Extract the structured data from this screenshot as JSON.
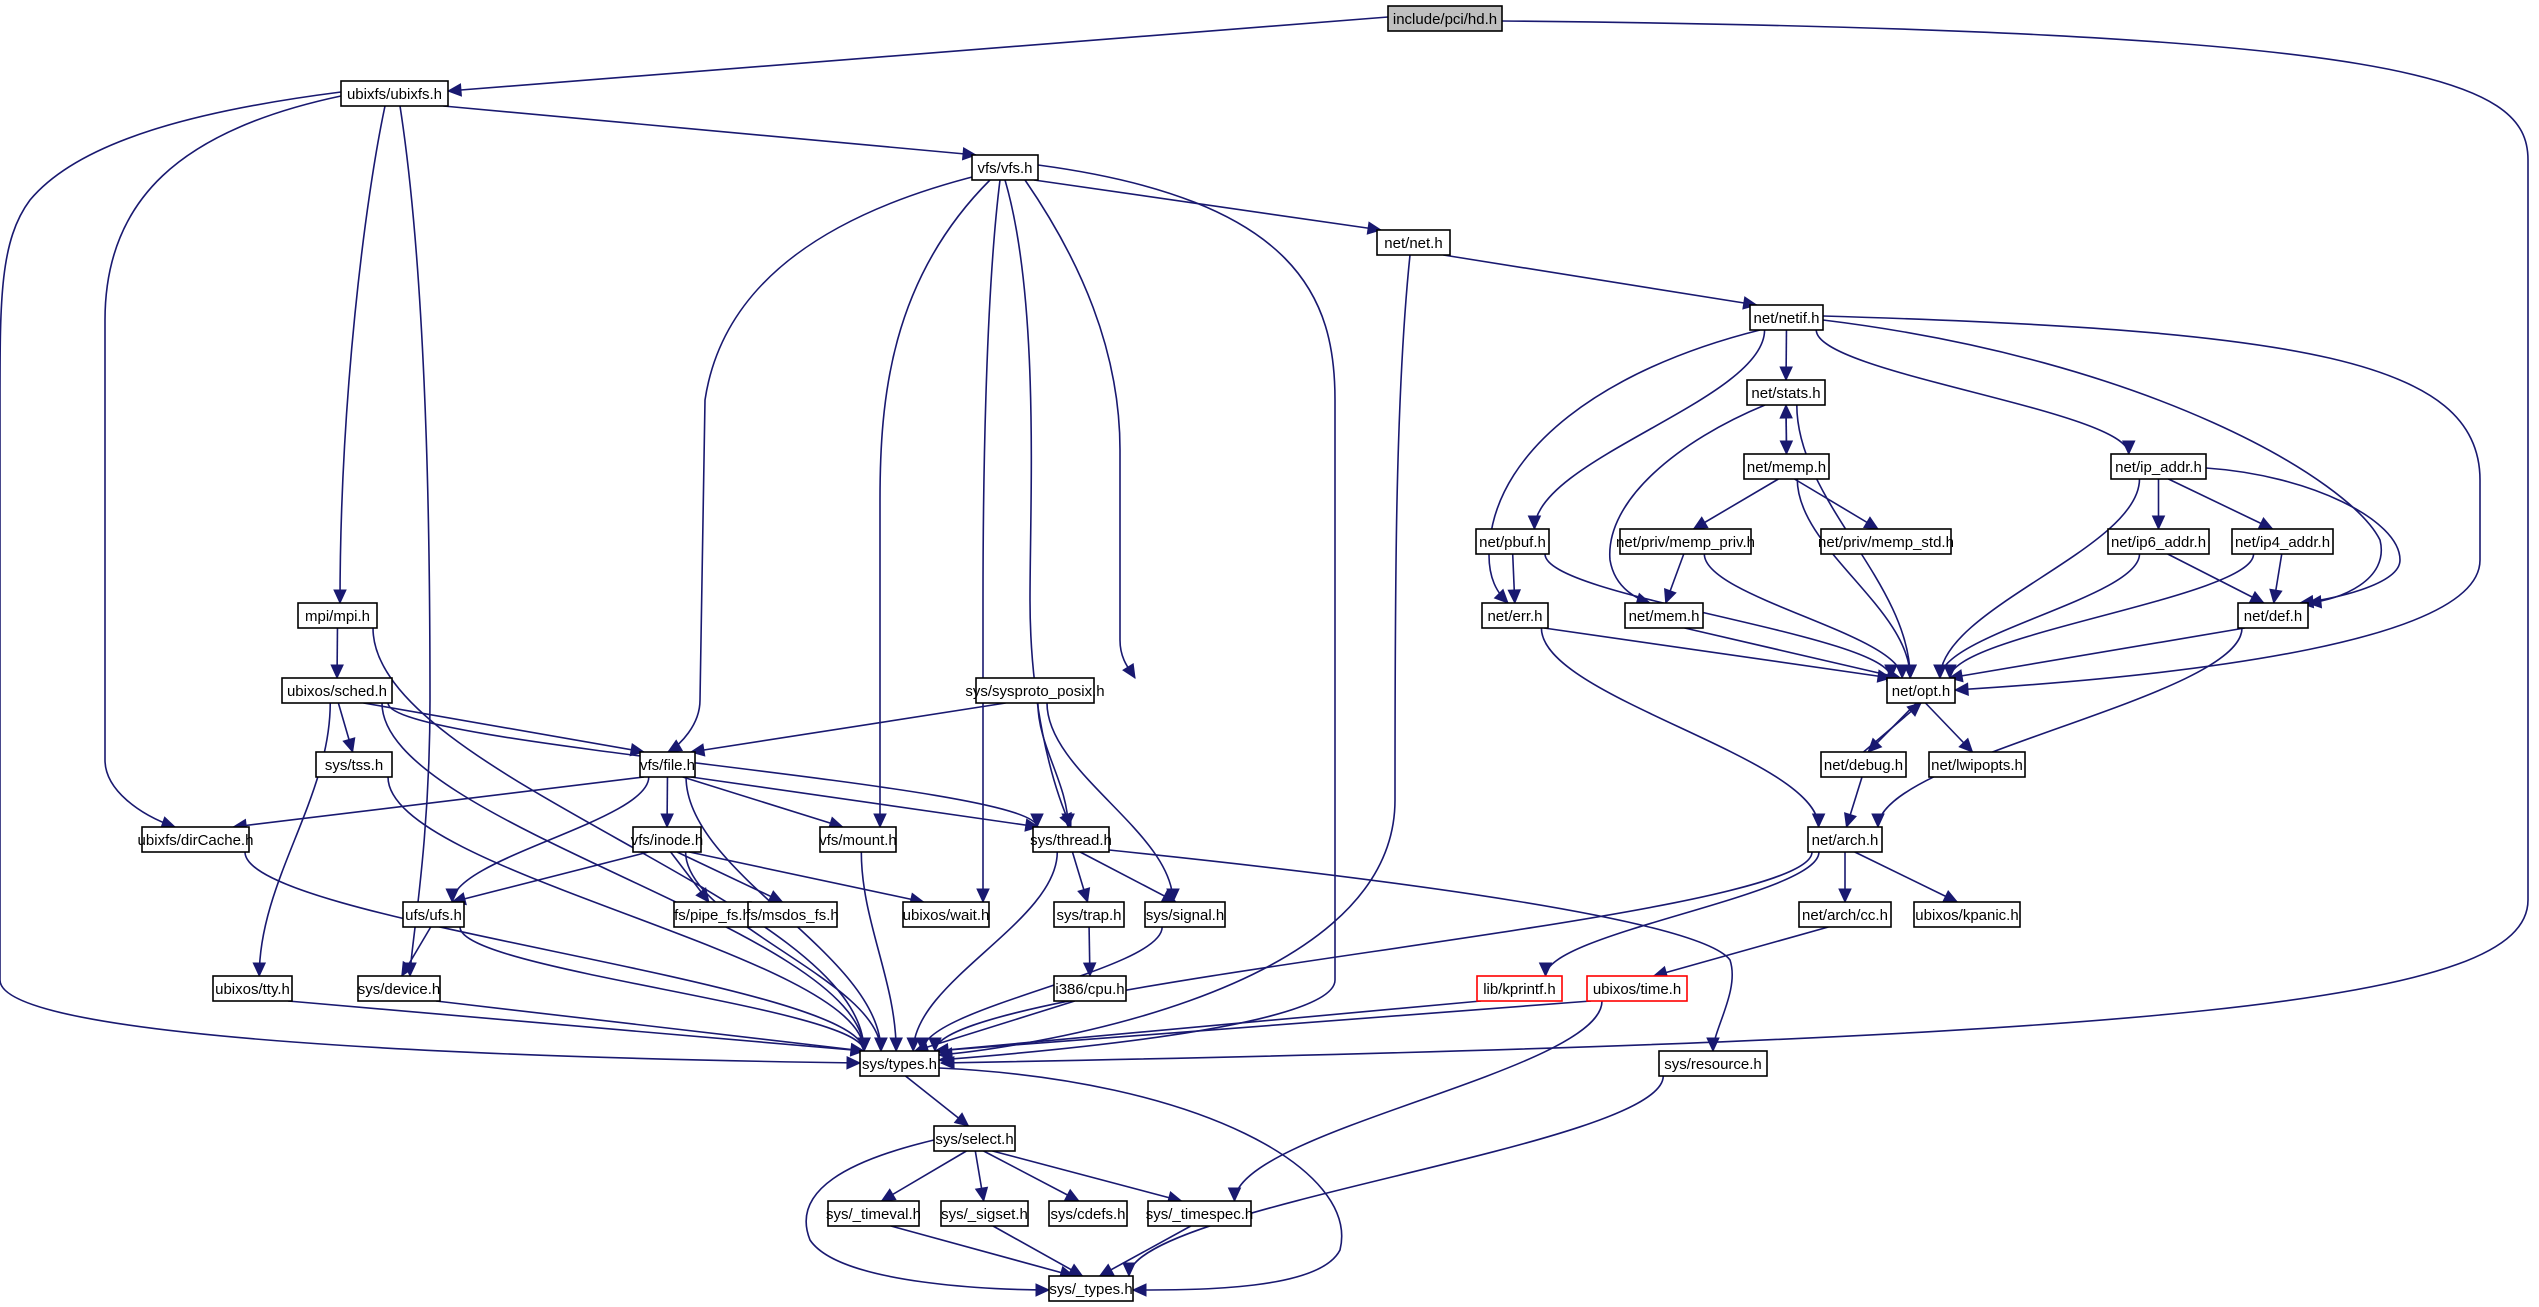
{
  "diagram": {
    "title": "include/pci/hd.h",
    "type": "include-dependency-graph",
    "colors": {
      "edge": "#191970",
      "root_fill": "#bfbfbf",
      "node_fill": "#ffffff",
      "node_border": "#000000",
      "undocumented_border": "#ff0000"
    },
    "nodes": [
      {
        "id": "hd",
        "label": "include/pci/hd.h",
        "kind": "root"
      },
      {
        "id": "ubixfs",
        "label": "ubixfs/ubixfs.h"
      },
      {
        "id": "vfs",
        "label": "vfs/vfs.h"
      },
      {
        "id": "net",
        "label": "net/net.h"
      },
      {
        "id": "netif",
        "label": "net/netif.h"
      },
      {
        "id": "stats",
        "label": "net/stats.h"
      },
      {
        "id": "memp",
        "label": "net/memp.h"
      },
      {
        "id": "ip_addr",
        "label": "net/ip_addr.h"
      },
      {
        "id": "pbuf",
        "label": "net/pbuf.h"
      },
      {
        "id": "memp_priv",
        "label": "net/priv/memp_priv.h"
      },
      {
        "id": "memp_std",
        "label": "net/priv/memp_std.h"
      },
      {
        "id": "ip6_addr",
        "label": "net/ip6_addr.h"
      },
      {
        "id": "ip4_addr",
        "label": "net/ip4_addr.h"
      },
      {
        "id": "err",
        "label": "net/err.h"
      },
      {
        "id": "mem",
        "label": "net/mem.h"
      },
      {
        "id": "def",
        "label": "net/def.h"
      },
      {
        "id": "opt",
        "label": "net/opt.h"
      },
      {
        "id": "debug",
        "label": "net/debug.h"
      },
      {
        "id": "lwipopts",
        "label": "net/lwipopts.h"
      },
      {
        "id": "arch",
        "label": "net/arch.h"
      },
      {
        "id": "cc",
        "label": "net/arch/cc.h"
      },
      {
        "id": "kpanic",
        "label": "ubixos/kpanic.h"
      },
      {
        "id": "kprintf",
        "label": "lib/kprintf.h",
        "kind": "missing"
      },
      {
        "id": "time",
        "label": "ubixos/time.h",
        "kind": "missing"
      },
      {
        "id": "resource",
        "label": "sys/resource.h"
      },
      {
        "id": "mpi",
        "label": "mpi/mpi.h"
      },
      {
        "id": "sched",
        "label": "ubixos/sched.h"
      },
      {
        "id": "tss",
        "label": "sys/tss.h"
      },
      {
        "id": "file",
        "label": "vfs/file.h"
      },
      {
        "id": "sysproto",
        "label": "sys/sysproto_posix.h"
      },
      {
        "id": "dircache",
        "label": "ubixfs/dirCache.h"
      },
      {
        "id": "inode",
        "label": "vfs/inode.h"
      },
      {
        "id": "mount",
        "label": "vfs/mount.h"
      },
      {
        "id": "thread",
        "label": "sys/thread.h"
      },
      {
        "id": "ufs",
        "label": "ufs/ufs.h"
      },
      {
        "id": "pipe_fs",
        "label": "fs/pipe_fs.h"
      },
      {
        "id": "msdos_fs",
        "label": "fs/msdos_fs.h"
      },
      {
        "id": "wait",
        "label": "ubixos/wait.h"
      },
      {
        "id": "trap",
        "label": "sys/trap.h"
      },
      {
        "id": "signal",
        "label": "sys/signal.h"
      },
      {
        "id": "tty",
        "label": "ubixos/tty.h"
      },
      {
        "id": "device",
        "label": "sys/device.h"
      },
      {
        "id": "cpu",
        "label": "i386/cpu.h"
      },
      {
        "id": "types",
        "label": "sys/types.h"
      },
      {
        "id": "select",
        "label": "sys/select.h"
      },
      {
        "id": "timeval",
        "label": "sys/_timeval.h"
      },
      {
        "id": "sigset",
        "label": "sys/_sigset.h"
      },
      {
        "id": "cdefs",
        "label": "sys/cdefs.h"
      },
      {
        "id": "timespec",
        "label": "sys/_timespec.h"
      },
      {
        "id": "_types",
        "label": "sys/_types.h"
      }
    ],
    "edges": [
      [
        "hd",
        "ubixfs"
      ],
      [
        "hd",
        "types"
      ],
      [
        "ubixfs",
        "vfs"
      ],
      [
        "ubixfs",
        "mpi"
      ],
      [
        "ubixfs",
        "dircache"
      ],
      [
        "ubixfs",
        "device"
      ],
      [
        "ubixfs",
        "types"
      ],
      [
        "vfs",
        "net"
      ],
      [
        "vfs",
        "file"
      ],
      [
        "vfs",
        "mount"
      ],
      [
        "vfs",
        "wait"
      ],
      [
        "vfs",
        "thread"
      ],
      [
        "vfs",
        "sysproto"
      ],
      [
        "vfs",
        "types"
      ],
      [
        "net",
        "netif"
      ],
      [
        "net",
        "types"
      ],
      [
        "netif",
        "stats"
      ],
      [
        "netif",
        "pbuf"
      ],
      [
        "netif",
        "err"
      ],
      [
        "netif",
        "ip_addr"
      ],
      [
        "netif",
        "def"
      ],
      [
        "netif",
        "opt"
      ],
      [
        "stats",
        "memp"
      ],
      [
        "stats",
        "mem"
      ],
      [
        "stats",
        "opt"
      ],
      [
        "memp",
        "stats"
      ],
      [
        "memp",
        "memp_priv"
      ],
      [
        "memp",
        "memp_std"
      ],
      [
        "memp",
        "opt"
      ],
      [
        "memp_priv",
        "mem"
      ],
      [
        "memp_priv",
        "opt"
      ],
      [
        "pbuf",
        "err"
      ],
      [
        "pbuf",
        "opt"
      ],
      [
        "err",
        "opt"
      ],
      [
        "err",
        "arch"
      ],
      [
        "mem",
        "opt"
      ],
      [
        "ip_addr",
        "ip6_addr"
      ],
      [
        "ip_addr",
        "ip4_addr"
      ],
      [
        "ip_addr",
        "def"
      ],
      [
        "ip_addr",
        "opt"
      ],
      [
        "ip6_addr",
        "def"
      ],
      [
        "ip6_addr",
        "opt"
      ],
      [
        "ip4_addr",
        "def"
      ],
      [
        "ip4_addr",
        "opt"
      ],
      [
        "def",
        "opt"
      ],
      [
        "def",
        "arch"
      ],
      [
        "opt",
        "debug"
      ],
      [
        "opt",
        "lwipopts"
      ],
      [
        "debug",
        "opt"
      ],
      [
        "debug",
        "arch"
      ],
      [
        "arch",
        "cc"
      ],
      [
        "arch",
        "kpanic"
      ],
      [
        "arch",
        "kprintf"
      ],
      [
        "arch",
        "types"
      ],
      [
        "cc",
        "time"
      ],
      [
        "kprintf",
        "types"
      ],
      [
        "time",
        "types"
      ],
      [
        "time",
        "timespec"
      ],
      [
        "resource",
        "_types"
      ],
      [
        "mpi",
        "sched"
      ],
      [
        "mpi",
        "types"
      ],
      [
        "sched",
        "tss"
      ],
      [
        "sched",
        "file"
      ],
      [
        "sched",
        "thread"
      ],
      [
        "sched",
        "tty"
      ],
      [
        "sched",
        "types"
      ],
      [
        "tss",
        "types"
      ],
      [
        "sysproto",
        "file"
      ],
      [
        "sysproto",
        "thread"
      ],
      [
        "sysproto",
        "signal"
      ],
      [
        "file",
        "dircache"
      ],
      [
        "file",
        "inode"
      ],
      [
        "file",
        "mount"
      ],
      [
        "file",
        "thread"
      ],
      [
        "file",
        "ufs"
      ],
      [
        "file",
        "types"
      ],
      [
        "dircache",
        "types"
      ],
      [
        "inode",
        "ufs"
      ],
      [
        "inode",
        "pipe_fs"
      ],
      [
        "inode",
        "msdos_fs"
      ],
      [
        "inode",
        "wait"
      ],
      [
        "inode",
        "types"
      ],
      [
        "mount",
        "types"
      ],
      [
        "thread",
        "trap"
      ],
      [
        "thread",
        "signal"
      ],
      [
        "thread",
        "resource"
      ],
      [
        "thread",
        "types"
      ],
      [
        "ufs",
        "device"
      ],
      [
        "ufs",
        "types"
      ],
      [
        "trap",
        "cpu"
      ],
      [
        "cpu",
        "types"
      ],
      [
        "signal",
        "types"
      ],
      [
        "tty",
        "types"
      ],
      [
        "device",
        "types"
      ],
      [
        "types",
        "select"
      ],
      [
        "types",
        "_types"
      ],
      [
        "select",
        "timeval"
      ],
      [
        "select",
        "sigset"
      ],
      [
        "select",
        "cdefs"
      ],
      [
        "select",
        "timespec"
      ],
      [
        "select",
        "_types"
      ],
      [
        "timeval",
        "_types"
      ],
      [
        "sigset",
        "_types"
      ],
      [
        "timespec",
        "_types"
      ]
    ]
  }
}
